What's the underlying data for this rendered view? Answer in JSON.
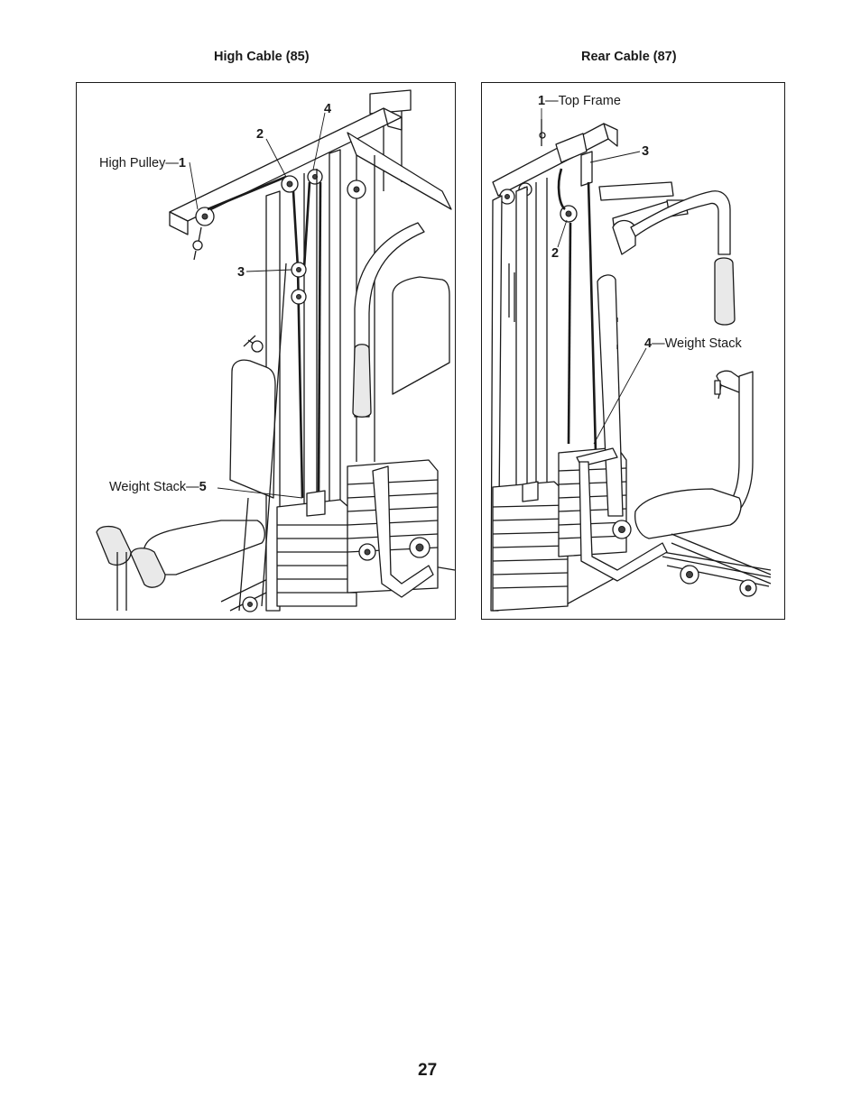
{
  "figures": [
    {
      "title": "High Cable (85)",
      "callouts": [
        {
          "num": "1",
          "label": "High Pulley—"
        },
        {
          "num": "2",
          "label": ""
        },
        {
          "num": "3",
          "label": ""
        },
        {
          "num": "4",
          "label": ""
        },
        {
          "num": "5",
          "label": "Weight Stack—"
        }
      ]
    },
    {
      "title": "Rear Cable (87)",
      "callouts": [
        {
          "num": "1",
          "label": "—Top Frame"
        },
        {
          "num": "2",
          "label": ""
        },
        {
          "num": "3",
          "label": ""
        },
        {
          "num": "4",
          "label": "—Weight Stack"
        }
      ]
    }
  ],
  "page_number": "27"
}
